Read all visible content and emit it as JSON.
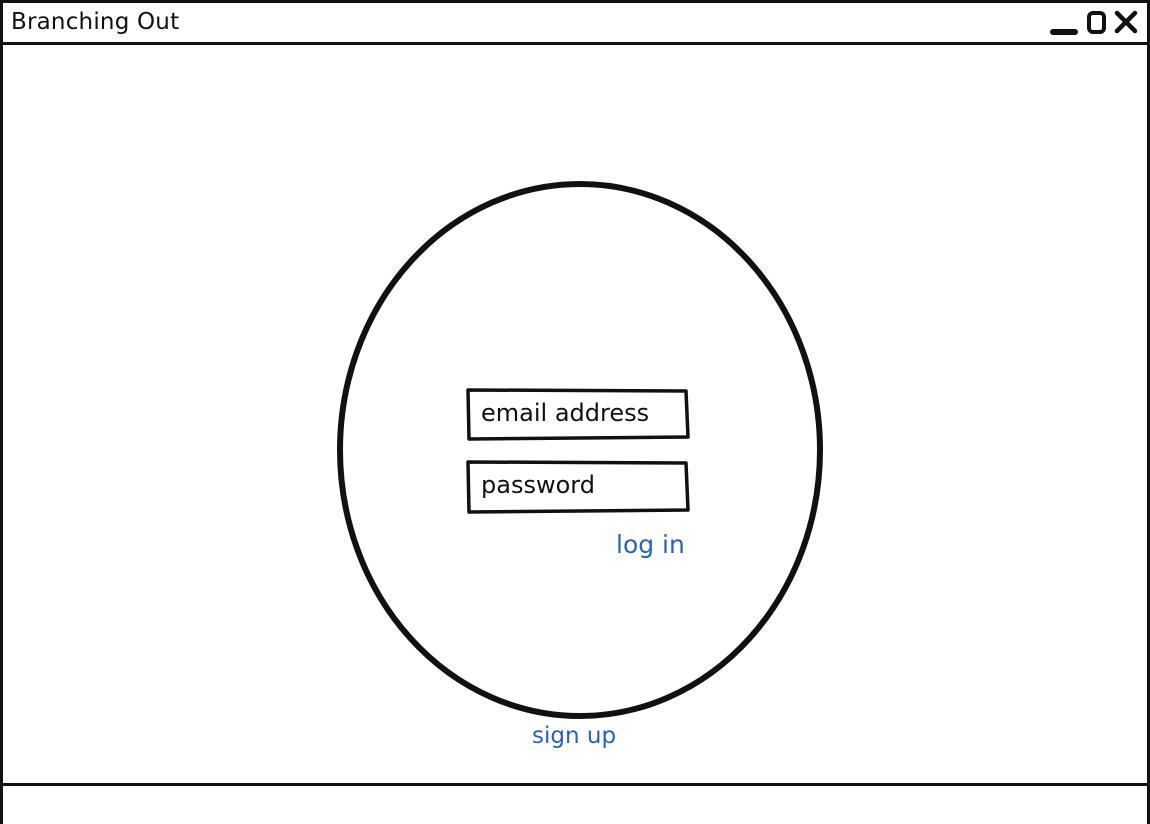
{
  "window": {
    "title": "Branching Out",
    "controls": [
      "minimize-icon",
      "maximize-icon",
      "close-icon"
    ]
  },
  "login": {
    "email_placeholder": "email address",
    "password_placeholder": "password",
    "login_label": "log in",
    "signup_label": "sign up"
  },
  "colors": {
    "ink": "#111111",
    "link": "#2a62b5",
    "background": "#ffffff"
  }
}
